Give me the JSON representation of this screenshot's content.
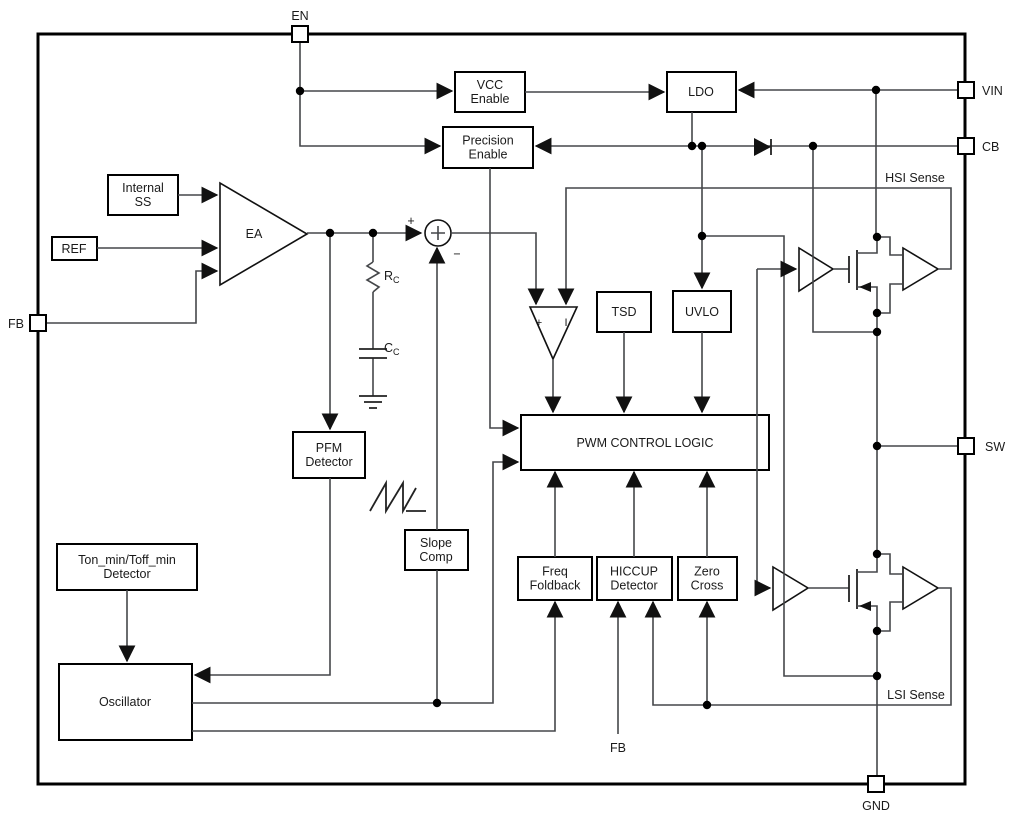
{
  "pins": {
    "en": "EN",
    "vin": "VIN",
    "cb": "CB",
    "sw": "SW",
    "fb": "FB",
    "gnd": "GND"
  },
  "blocks": {
    "vcc_enable": {
      "line1": "VCC",
      "line2": "Enable"
    },
    "precision_enable": {
      "line1": "Precision",
      "line2": "Enable"
    },
    "ldo": {
      "line1": "LDO"
    },
    "internal_ss": {
      "line1": "Internal",
      "line2": "SS"
    },
    "ref": {
      "line1": "REF"
    },
    "ea": {
      "line1": "EA"
    },
    "tsd": {
      "line1": "TSD"
    },
    "uvlo": {
      "line1": "UVLO"
    },
    "pwm": {
      "line1": "PWM CONTROL LOGIC"
    },
    "pfm": {
      "line1": "PFM",
      "line2": "Detector"
    },
    "slope_comp": {
      "line1": "Slope",
      "line2": "Comp"
    },
    "freq_foldback": {
      "line1": "Freq",
      "line2": "Foldback"
    },
    "hiccup": {
      "line1": "HICCUP",
      "line2": "Detector"
    },
    "zero_cross": {
      "line1": "Zero",
      "line2": "Cross"
    },
    "ton_toff": {
      "line1": "Ton_min/Toff_min",
      "line2": "Detector"
    },
    "oscillator": {
      "line1": "Oscillator"
    }
  },
  "labels": {
    "hsi_sense": "HSI Sense",
    "lsi_sense": "LSI Sense",
    "fb_signal": "FB",
    "sum_plus": "+",
    "sum_minus": "−",
    "cmp_plus": "+",
    "cmp_current": "I",
    "rc": {
      "base": "R",
      "sub": "C"
    },
    "cc": {
      "base": "C",
      "sub": "C"
    }
  }
}
